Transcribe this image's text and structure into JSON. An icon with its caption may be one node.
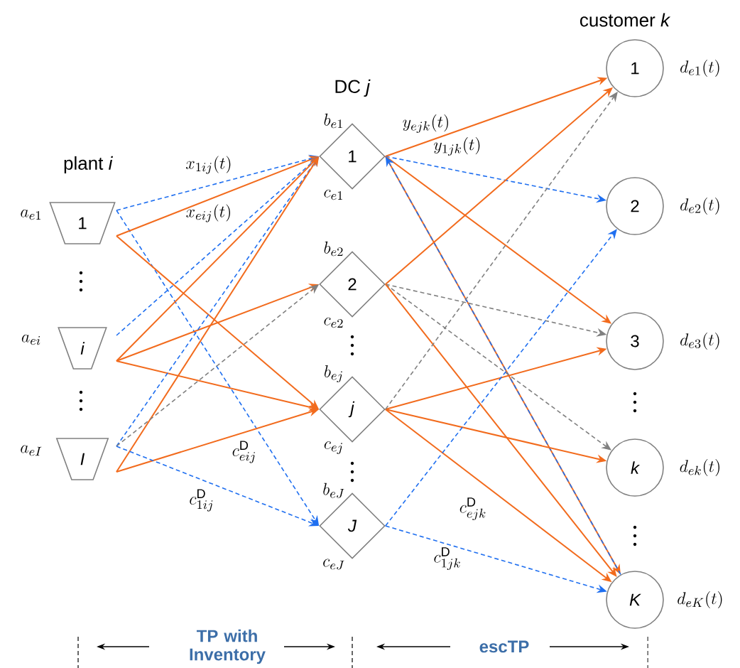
{
  "diagram": {
    "nodes": [
      {
        "text": [
          "1"
        ],
        "beside": [
          "a_{e1}"
        ]
      },
      {
        "text": [
          "i"
        ],
        "beside": [
          "a_{ei}"
        ]
      },
      {
        "text": [
          "I"
        ],
        "beside": [
          "a_{eI}"
        ]
      },
      {
        "text": [
          "1"
        ],
        "beside": [
          "b_{e1}",
          "c_{e1}"
        ]
      },
      {
        "text": [
          "2"
        ],
        "beside": [
          "b_{e2}",
          "c_{e2}"
        ]
      },
      {
        "text": [
          "j"
        ],
        "beside": [
          "b_{ej}",
          "c_{ej}"
        ]
      },
      {
        "text": [
          "J"
        ],
        "beside": [
          "b_{eJ}",
          "c_{eJ}"
        ]
      },
      {
        "text": [
          "1"
        ],
        "beside": [
          "d_{e1}(t)"
        ]
      },
      {
        "text": [
          "2"
        ],
        "beside": [
          "d_{e2}(t)"
        ]
      },
      {
        "text": [
          "3"
        ],
        "beside": [
          "d_{e3}(t)"
        ]
      },
      {
        "text": [
          "k"
        ],
        "beside": [
          "d_{ek}(t)"
        ]
      },
      {
        "text": [
          "K"
        ],
        "beside": [
          "d_{eK}(t)"
        ]
      }
    ],
    "edges": [
      {
        "from": 0,
        "to": 3,
        "arrow": "to",
        "style": "dashed",
        "color": "#1f6ff0",
        "label": "x_{1ij}(t)"
      },
      {
        "from": 0,
        "to": 6,
        "arrow": "to",
        "style": "dashed",
        "color": "#1f6ff0"
      },
      {
        "from": 0,
        "to": 3,
        "arrow": "to",
        "label": "x_{eij}(t)"
      },
      {
        "from": 0,
        "to": 5,
        "arrow": "to"
      },
      {
        "from": 1,
        "to": 3,
        "arrow": "to",
        "style": "dashed",
        "color": "#1f6ff0"
      },
      {
        "from": 1,
        "to": 3,
        "arrow": "to"
      },
      {
        "from": 1,
        "to": 4,
        "arrow": "to"
      },
      {
        "from": 1,
        "to": 5,
        "arrow": "to"
      },
      {
        "from": 2,
        "to": 3,
        "arrow": "to",
        "style": "dashed",
        "color": "#1f6ff0"
      },
      {
        "from": 2,
        "to": 3,
        "arrow": "to"
      },
      {
        "from": 2,
        "to": 4,
        "arrow": "to",
        "style": "dashed",
        "color": "#808080"
      },
      {
        "from": 2,
        "to": 5,
        "arrow": "to",
        "label": "c^{\\mathrm{D}}_{eij}"
      },
      {
        "from": 2,
        "to": 6,
        "arrow": "to",
        "style": "dashed",
        "color": "#1f6ff0",
        "label": "c^{\\mathrm{D}}_{1ij}"
      },
      {
        "from": 3,
        "to": 7,
        "arrow": "to",
        "label": "y_{ejk}(t)"
      },
      {
        "from": 3,
        "to": 8,
        "arrow": "to",
        "style": "dashed",
        "color": "#1f6ff0",
        "label": "y_{1jk}(t)"
      },
      {
        "from": 3,
        "to": 9,
        "arrow": "to"
      },
      {
        "from": 3,
        "to": 11,
        "arrow": "to"
      },
      {
        "from": 11,
        "to": 3,
        "arrow": "to",
        "style": "dashed",
        "color": "#1f6ff0"
      },
      {
        "from": 4,
        "to": 7,
        "arrow": "to"
      },
      {
        "from": 4,
        "to": 9,
        "arrow": "to",
        "style": "dashed",
        "color": "#808080"
      },
      {
        "from": 4,
        "to": 10,
        "arrow": "to",
        "style": "dashed",
        "color": "#808080"
      },
      {
        "from": 4,
        "to": 11,
        "arrow": "to"
      },
      {
        "from": 5,
        "to": 9,
        "arrow": "to"
      },
      {
        "from": 5,
        "to": 10,
        "arrow": "to"
      },
      {
        "from": 5,
        "to": 11,
        "arrow": "to",
        "label": "c^{\\mathrm{D}}_{ejk}"
      },
      {
        "from": 5,
        "to": 7,
        "arrow": "to",
        "style": "dashed",
        "color": "#808080"
      },
      {
        "from": 6,
        "to": 8,
        "arrow": "to",
        "style": "dashed",
        "color": "#1f6ff0"
      },
      {
        "from": 6,
        "to": 11,
        "arrow": "to",
        "style": "dashed",
        "color": "#1f6ff0",
        "label": "c^{\\mathrm{D}}_{1jk}"
      }
    ],
    "labels": [
      "plant *i*",
      "DC *j*",
      "customer *k*",
      "TP with Inventory",
      "escTP"
    ]
  }
}
